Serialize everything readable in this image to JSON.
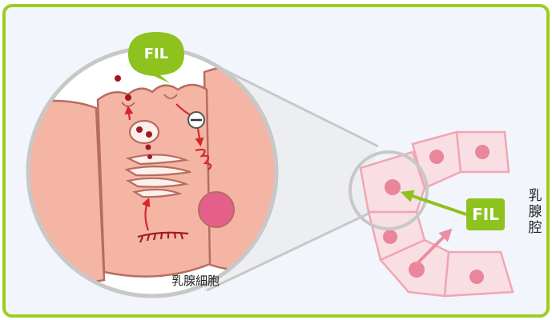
{
  "labels": {
    "fil_top": "FIL",
    "fil_right": "FIL",
    "cell_caption": "乳腺細胞",
    "lumen_chars": [
      "乳",
      "腺",
      "腔"
    ]
  },
  "colors": {
    "frame_border": "#9ccc22",
    "background": "#f2f5fb",
    "fil_bubble": "#8dc21f",
    "cell_fill": "#f4b5a5",
    "cell_outline": "#b56d5f",
    "nucleus": "#e4608a",
    "arrow_red": "#d7262e",
    "lobule_fill": "#f9dfe3",
    "lobule_outline": "#f0a6b4",
    "lobule_dot": "#e9869c",
    "arrow_green": "#8dc21f",
    "arrow_pink": "#e98fa3",
    "connector_gray": "#c8c8c8"
  },
  "icons": {
    "inhibit": "minus-circle-icon"
  }
}
